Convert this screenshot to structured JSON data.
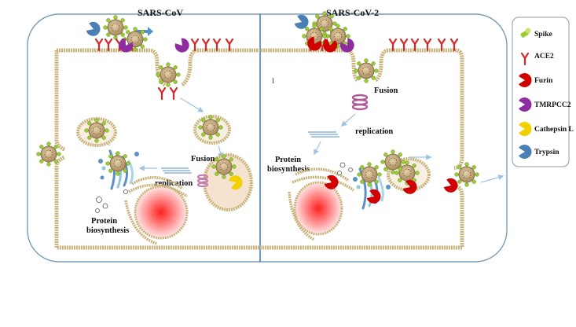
{
  "panels": {
    "left": {
      "title": "SARS-CoV",
      "fusion_label": "Fusion",
      "replication_label": "replication",
      "protein_label_line1": "Protein",
      "protein_label_line2": "biosynthesis"
    },
    "right": {
      "title": "SARS-CoV-2",
      "fusion_label": "Fusion",
      "replication_label": "replication",
      "protein_label_line1": "Protein",
      "protein_label_line2": "biosynthesis",
      "stray_mark": "I"
    }
  },
  "legend": {
    "items": [
      {
        "label": "Spike",
        "icon": "spike-icon",
        "color": "#9acd32"
      },
      {
        "label": "ACE2",
        "icon": "ace2-receptor-icon",
        "color": "#d62828"
      },
      {
        "label": "Furin",
        "icon": "furin-icon",
        "color": "#d00000"
      },
      {
        "label": "TMRPCC2",
        "icon": "tmprss2-icon",
        "color": "#8e2d9f"
      },
      {
        "label": "Cathepsin L",
        "icon": "cathepsin-l-icon",
        "color": "#f2d000"
      },
      {
        "label": "Trypsin",
        "icon": "trypsin-icon",
        "color": "#4a7fb5"
      }
    ]
  },
  "colors": {
    "membrane": "#c9b27a",
    "cell_border": "#7a9cb8",
    "divider": "#2c6fbd",
    "arrow": "#9ec3e2",
    "virus_core": "#c9ad80",
    "spike": "#9acd32",
    "nucleus": "#ff2a2a",
    "endosome_fill": "#f5e2cf"
  }
}
